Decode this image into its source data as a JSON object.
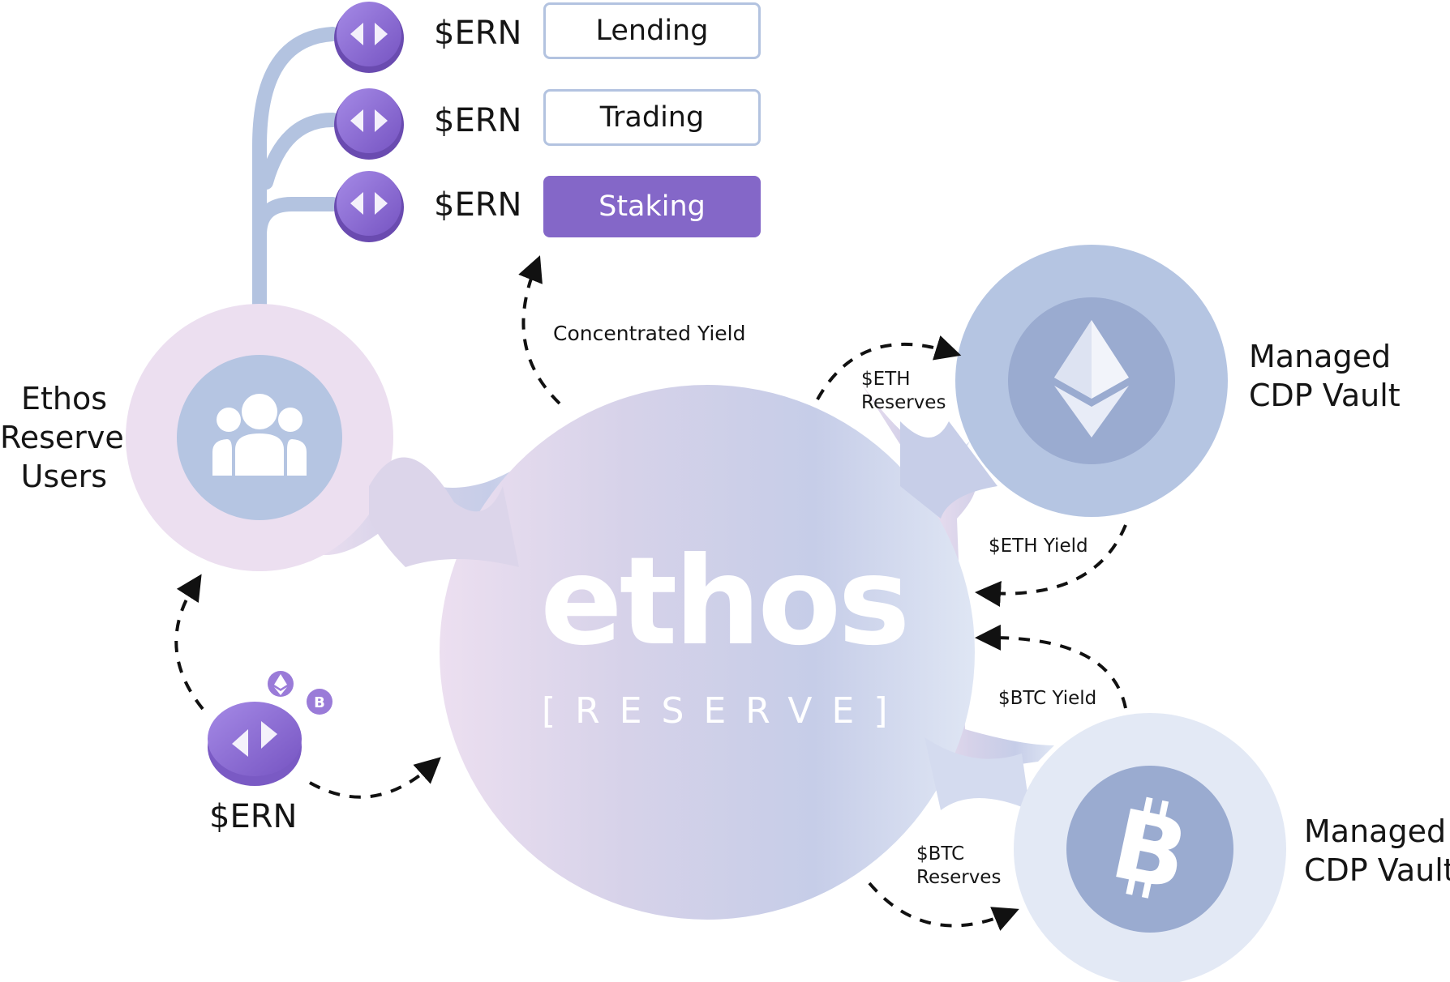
{
  "actions": [
    {
      "token": "$ERN",
      "label": "Lending",
      "style": "outline"
    },
    {
      "token": "$ERN",
      "label": "Trading",
      "style": "outline"
    },
    {
      "token": "$ERN",
      "label": "Staking",
      "style": "filled"
    }
  ],
  "hub": {
    "logo": "ethos",
    "subtitle": "[RESERVE]"
  },
  "users": {
    "label_line1": "Ethos",
    "label_line2": "Reserve",
    "label_line3": "Users"
  },
  "eth_vault": {
    "label_line1": "Managed",
    "label_line2": "CDP Vault",
    "icon": "ethereum-icon"
  },
  "btc_vault": {
    "label_line1": "Managed",
    "label_line2": "CDP Vault",
    "icon": "bitcoin-icon"
  },
  "flows": {
    "concentrated_yield": "Concentrated Yield",
    "eth_reserves_line1": "$ETH",
    "eth_reserves_line2": "Reserves",
    "eth_yield": "$ETH Yield",
    "btc_yield": "$BTC Yield",
    "btc_reserves_line1": "$BTC",
    "btc_reserves_line2": "Reserves"
  },
  "deposit_token": {
    "label": "$ERN"
  },
  "colors": {
    "purple": "#8467c8",
    "light_blue": "#b3c3e0",
    "users_bg": "#eadff0",
    "hub_bg": "#cfcfe8",
    "eth_bg": "#b5c5e2",
    "btc_bg": "#e3e9f5",
    "icon_circle": "#9aabd0"
  }
}
